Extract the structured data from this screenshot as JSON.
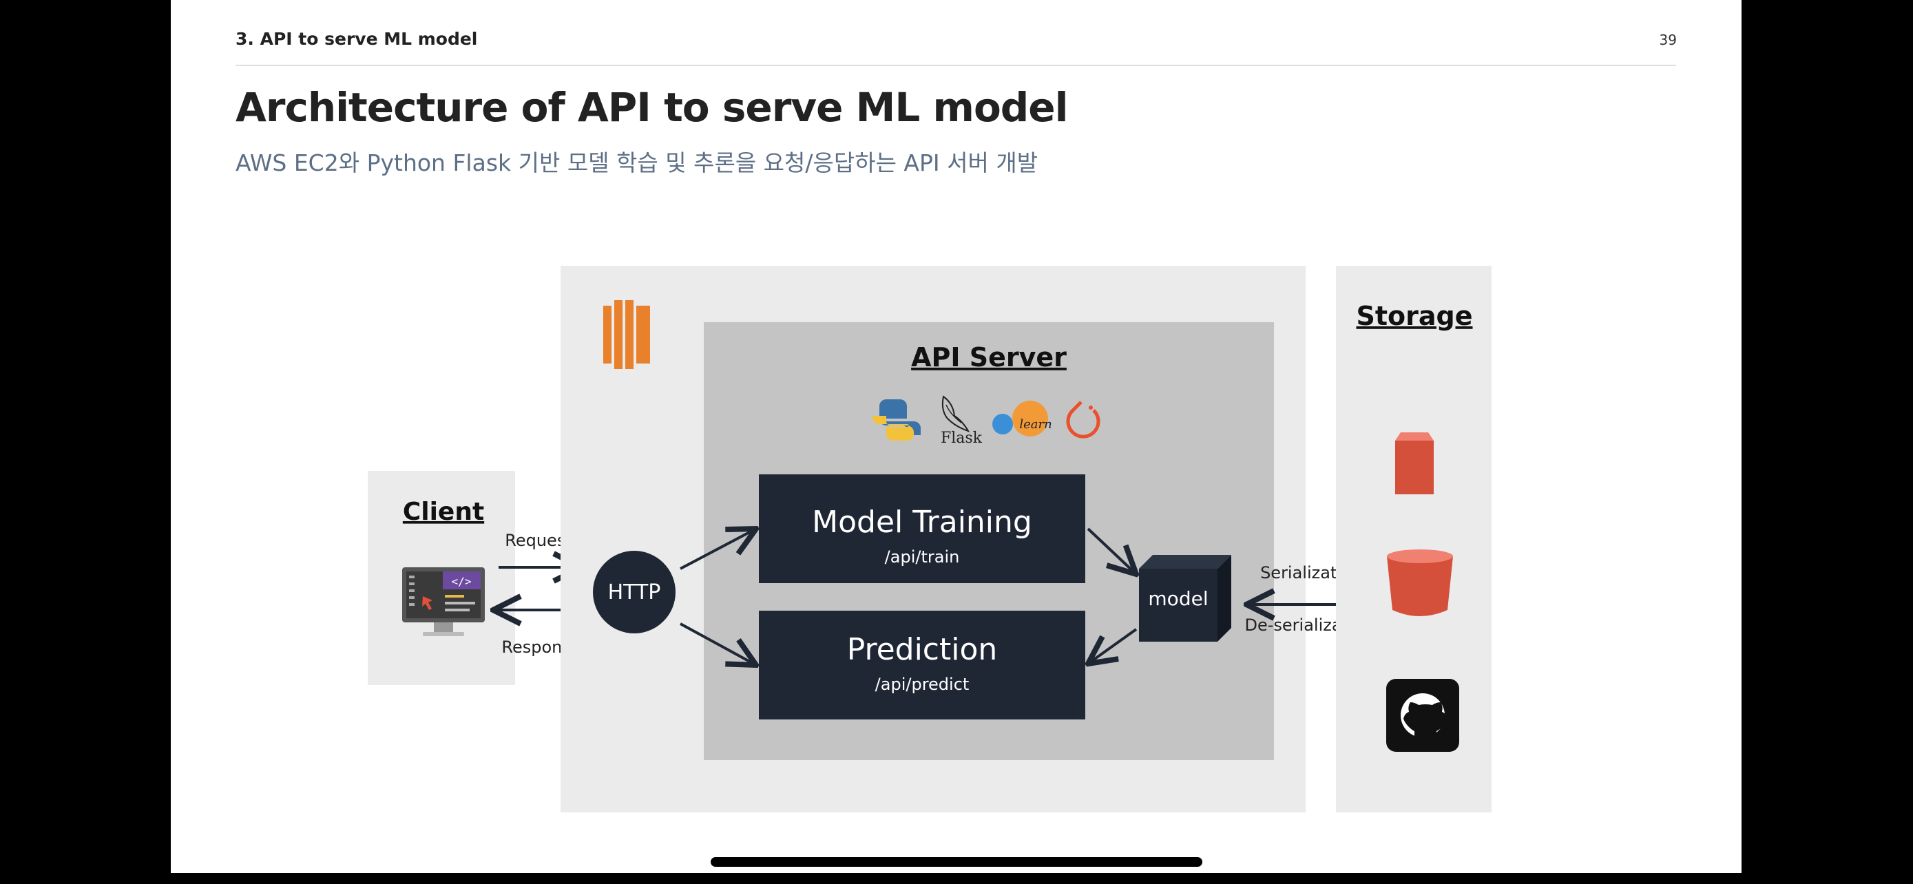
{
  "header": {
    "section": "3. API to serve ML model",
    "page_number": "39"
  },
  "title": "Architecture of API to serve ML model",
  "subtitle": "AWS EC2와 Python Flask 기반 모델 학습 및 추론을 요청/응답하는 API 서버 개발",
  "diagram": {
    "client_title": "Client",
    "request_label": "Request",
    "response_label": "Response",
    "http_label": "HTTP",
    "api_server_title": "API Server",
    "flask_label": "Flask",
    "learn_label": "learn",
    "training_title": "Model Training",
    "training_endpoint": "/api/train",
    "prediction_title": "Prediction",
    "prediction_endpoint": "/api/predict",
    "model_label": "model",
    "serialization_label": "Serialization",
    "deserialization_label": "De-serialization",
    "storage_title": "Storage",
    "icons": [
      "aws-ec2-icon",
      "python-icon",
      "flask-icon",
      "scikit-learn-icon",
      "pytorch-icon",
      "computer-icon",
      "s3-icon",
      "bucket-icon",
      "github-icon"
    ]
  },
  "colors": {
    "dark_box": "#1f2735",
    "aws_orange": "#e8802c",
    "storage_red": "#d5503a",
    "outer_panel": "#ebebeb",
    "inner_panel": "#c4c4c4"
  }
}
